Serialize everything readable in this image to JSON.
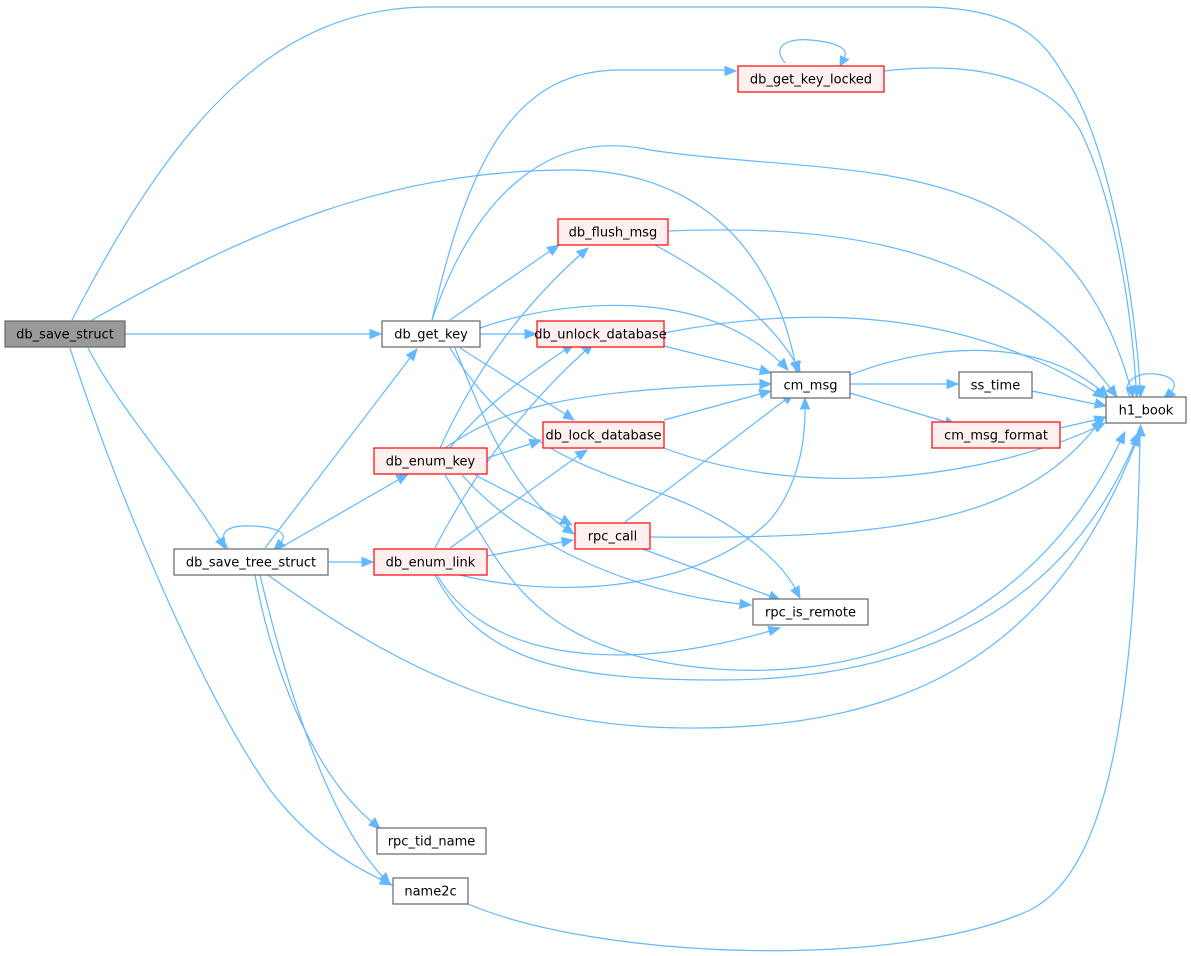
{
  "graph": {
    "colors": {
      "edge": "#63b8ff",
      "root_fill": "#999999",
      "root_stroke": "#666666",
      "plain_fill": "#ffffff",
      "plain_stroke": "#666666",
      "highlight_fill": "#fff0f0",
      "highlight_stroke": "#ff0000"
    },
    "nodes": {
      "db_save_struct": {
        "label": "db_save_struct",
        "style": "root"
      },
      "db_get_key": {
        "label": "db_get_key",
        "style": "plain"
      },
      "db_save_tree_struct": {
        "label": "db_save_tree_struct",
        "style": "plain"
      },
      "db_get_key_locked": {
        "label": "db_get_key_locked",
        "style": "highlight"
      },
      "db_flush_msg": {
        "label": "db_flush_msg",
        "style": "highlight"
      },
      "db_unlock_database": {
        "label": "db_unlock_database",
        "style": "highlight"
      },
      "db_lock_database": {
        "label": "db_lock_database",
        "style": "highlight"
      },
      "db_enum_key": {
        "label": "db_enum_key",
        "style": "highlight"
      },
      "db_enum_link": {
        "label": "db_enum_link",
        "style": "highlight"
      },
      "rpc_call": {
        "label": "rpc_call",
        "style": "highlight"
      },
      "cm_msg": {
        "label": "cm_msg",
        "style": "plain"
      },
      "ss_time": {
        "label": "ss_time",
        "style": "plain"
      },
      "cm_msg_format": {
        "label": "cm_msg_format",
        "style": "highlight"
      },
      "h1_book": {
        "label": "h1_book",
        "style": "plain"
      },
      "rpc_is_remote": {
        "label": "rpc_is_remote",
        "style": "plain"
      },
      "rpc_tid_name": {
        "label": "rpc_tid_name",
        "style": "plain"
      },
      "name2c": {
        "label": "name2c",
        "style": "plain"
      }
    },
    "edges": [
      [
        "db_save_struct",
        "db_get_key"
      ],
      [
        "db_save_struct",
        "h1_book"
      ],
      [
        "db_save_struct",
        "cm_msg"
      ],
      [
        "db_save_struct",
        "db_save_tree_struct"
      ],
      [
        "db_save_struct",
        "name2c"
      ],
      [
        "db_get_key",
        "db_get_key_locked"
      ],
      [
        "db_get_key",
        "db_flush_msg"
      ],
      [
        "db_get_key",
        "db_unlock_database"
      ],
      [
        "db_get_key",
        "cm_msg"
      ],
      [
        "db_get_key",
        "db_lock_database"
      ],
      [
        "db_get_key",
        "rpc_call"
      ],
      [
        "db_get_key",
        "rpc_is_remote"
      ],
      [
        "db_get_key",
        "h1_book"
      ],
      [
        "db_get_key_locked",
        "db_get_key_locked"
      ],
      [
        "db_get_key_locked",
        "h1_book"
      ],
      [
        "db_flush_msg",
        "cm_msg"
      ],
      [
        "db_flush_msg",
        "h1_book"
      ],
      [
        "db_unlock_database",
        "cm_msg"
      ],
      [
        "db_unlock_database",
        "h1_book"
      ],
      [
        "db_lock_database",
        "cm_msg"
      ],
      [
        "db_lock_database",
        "h1_book"
      ],
      [
        "cm_msg",
        "ss_time"
      ],
      [
        "cm_msg",
        "cm_msg_format"
      ],
      [
        "cm_msg",
        "h1_book"
      ],
      [
        "ss_time",
        "h1_book"
      ],
      [
        "cm_msg_format",
        "h1_book"
      ],
      [
        "h1_book",
        "h1_book"
      ],
      [
        "db_save_tree_struct",
        "db_save_tree_struct"
      ],
      [
        "db_save_tree_struct",
        "db_get_key"
      ],
      [
        "db_save_tree_struct",
        "db_enum_key"
      ],
      [
        "db_save_tree_struct",
        "db_enum_link"
      ],
      [
        "db_save_tree_struct",
        "h1_book"
      ],
      [
        "db_save_tree_struct",
        "rpc_tid_name"
      ],
      [
        "db_save_tree_struct",
        "name2c"
      ],
      [
        "db_enum_key",
        "db_flush_msg"
      ],
      [
        "db_enum_key",
        "db_unlock_database"
      ],
      [
        "db_enum_key",
        "db_lock_database"
      ],
      [
        "db_enum_key",
        "cm_msg"
      ],
      [
        "db_enum_key",
        "rpc_call"
      ],
      [
        "db_enum_key",
        "rpc_is_remote"
      ],
      [
        "db_enum_key",
        "h1_book"
      ],
      [
        "db_enum_link",
        "db_unlock_database"
      ],
      [
        "db_enum_link",
        "db_lock_database"
      ],
      [
        "db_enum_link",
        "rpc_call"
      ],
      [
        "db_enum_link",
        "cm_msg"
      ],
      [
        "db_enum_link",
        "rpc_is_remote"
      ],
      [
        "db_enum_link",
        "h1_book"
      ],
      [
        "rpc_call",
        "cm_msg"
      ],
      [
        "rpc_call",
        "rpc_is_remote"
      ],
      [
        "rpc_call",
        "h1_book"
      ],
      [
        "name2c",
        "h1_book"
      ]
    ]
  }
}
